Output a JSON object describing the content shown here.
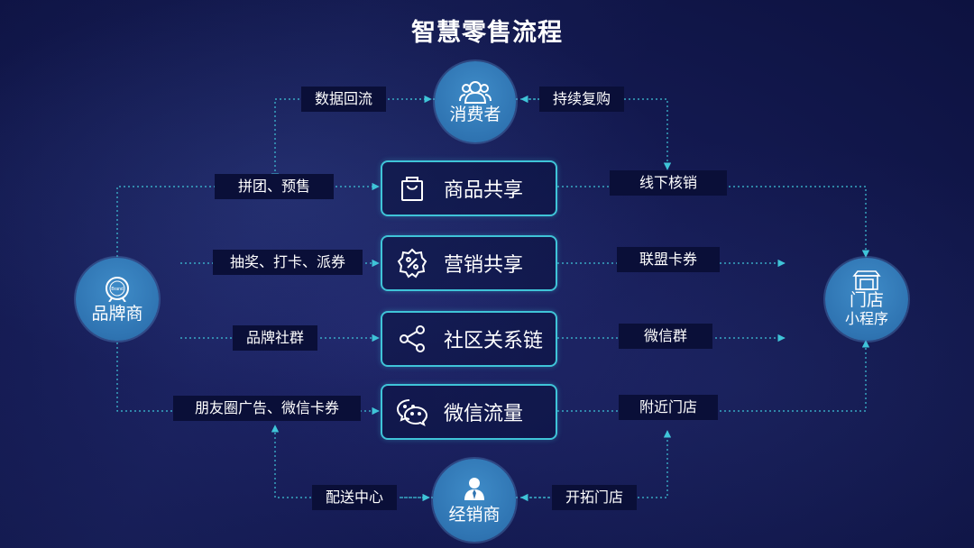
{
  "title": "智慧零售流程",
  "nodes": {
    "consumer": "消费者",
    "brand": "品牌商",
    "store_line1": "门店",
    "store_line2": "小程序",
    "dealer": "经销商"
  },
  "boxes": {
    "goods": "商品共享",
    "marketing": "营销共享",
    "community": "社区关系链",
    "wechat": "微信流量"
  },
  "tags": {
    "data_backflow": "数据回流",
    "repurchase": "持续复购",
    "group_presale": "拼团、预售",
    "offline_verify": "线下核销",
    "lottery": "抽奖、打卡、派券",
    "alliance_coupon": "联盟卡券",
    "brand_community": "品牌社群",
    "wechat_group": "微信群",
    "moments_ads": "朋友圈广告、微信卡券",
    "nearby_store": "附近门店",
    "distribution": "配送中心",
    "open_store": "开拓门店"
  },
  "brand_badge": "Brand",
  "colors": {
    "accent": "#3fc4d8",
    "node": "#2f74b2",
    "background": "#141a52",
    "tag_bg": "#0a0f38"
  }
}
